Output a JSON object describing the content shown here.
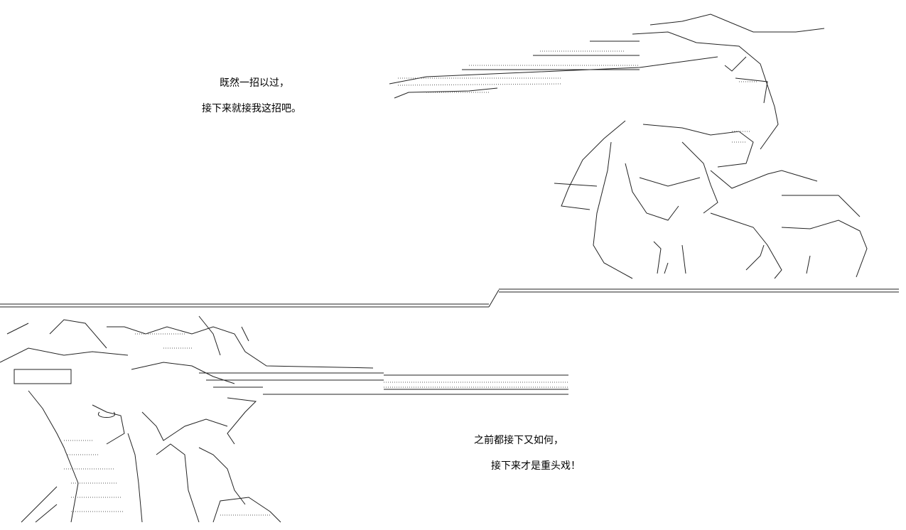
{
  "scene_top": {
    "captions": [
      "既然一招以过，",
      "接下来就接我这招吧。"
    ]
  },
  "scene_bottom": {
    "captions": [
      "之前都接下又如何，",
      "接下来才是重头戏！"
    ]
  },
  "art_style": "ascii-art",
  "text_color": "#000000",
  "background": "#ffffff"
}
